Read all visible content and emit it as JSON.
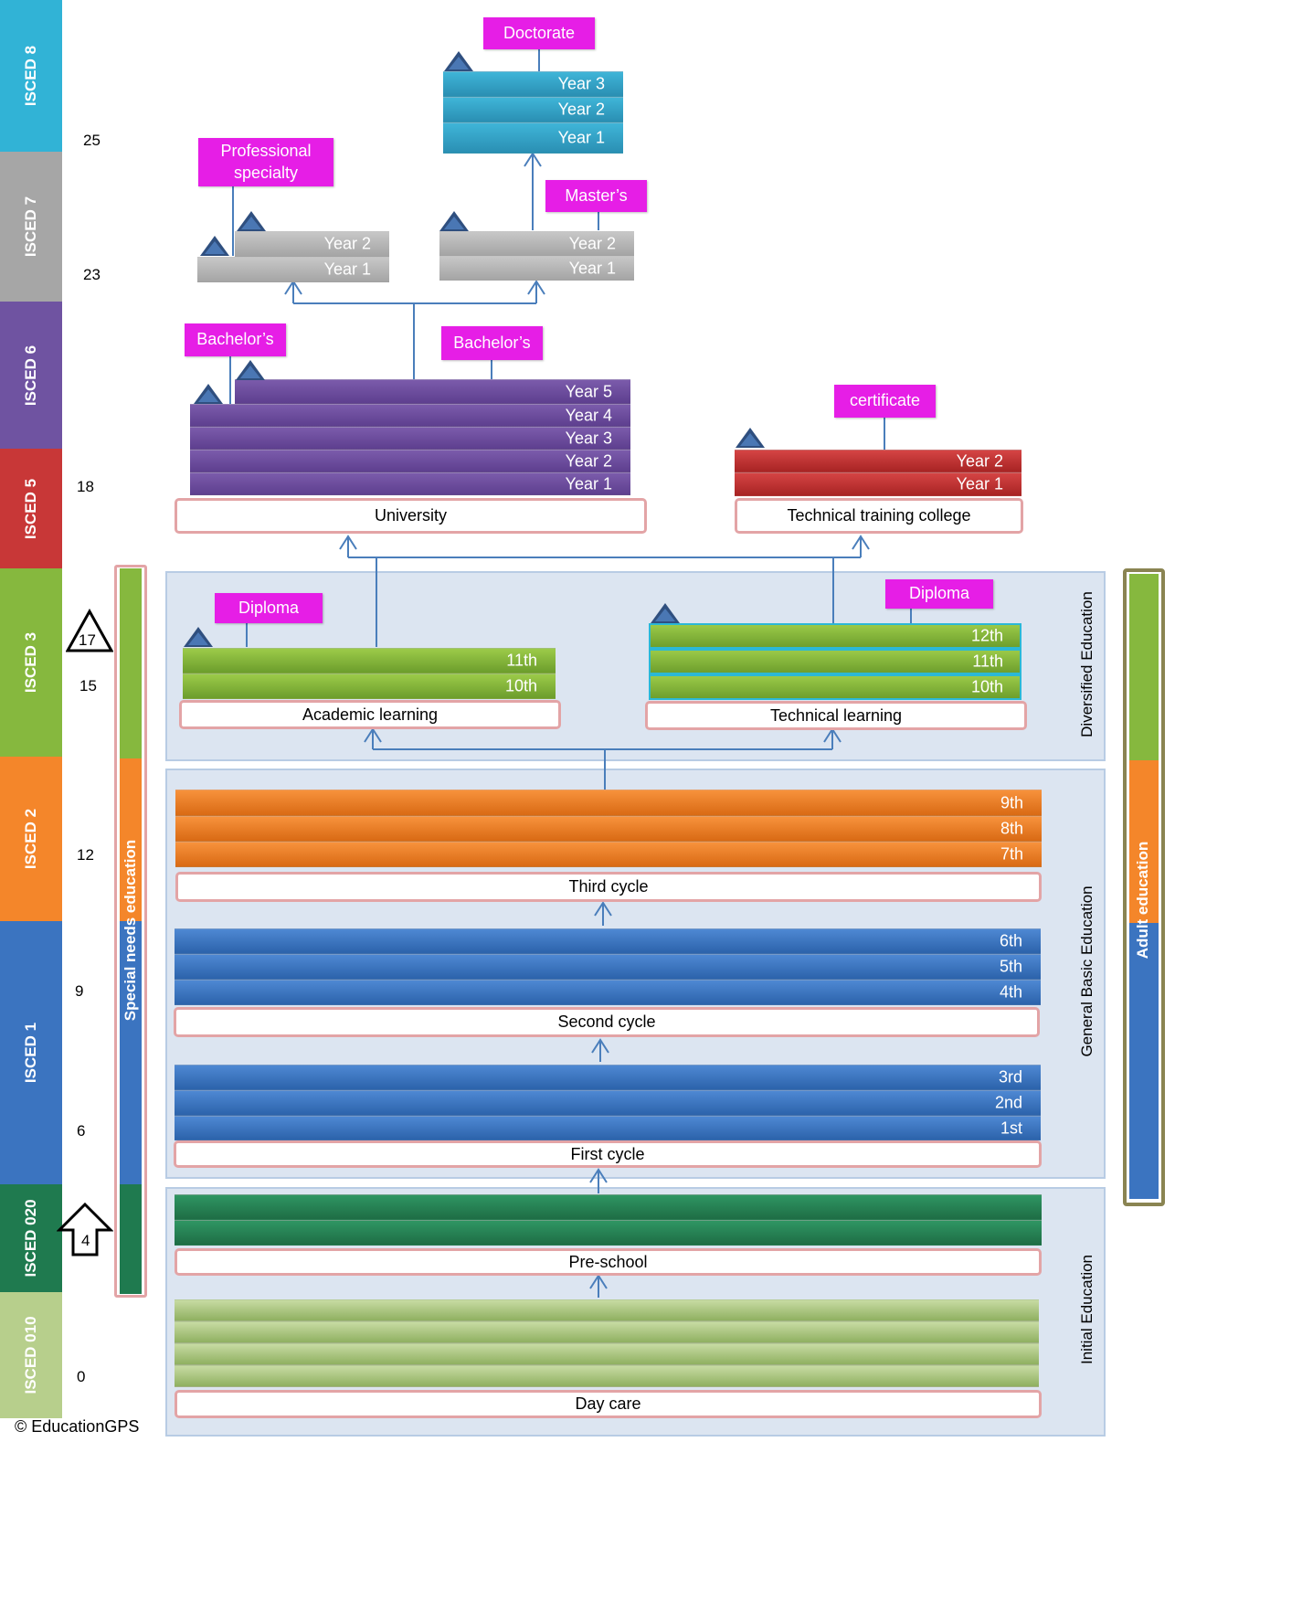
{
  "isced_levels": [
    {
      "label": "ISCED 8",
      "color": "#31b3d6"
    },
    {
      "label": "ISCED 7",
      "color": "#a6a6a6"
    },
    {
      "label": "ISCED 6",
      "color": "#6f53a1"
    },
    {
      "label": "ISCED 5",
      "color": "#c83737"
    },
    {
      "label": "ISCED 3",
      "color": "#86b83e"
    },
    {
      "label": "ISCED 2",
      "color": "#f4862a"
    },
    {
      "label": "ISCED 1",
      "color": "#3b74c0"
    },
    {
      "label": "ISCED 020",
      "color": "#1f7a4f"
    },
    {
      "label": "ISCED 010",
      "color": "#b7cf8c"
    }
  ],
  "ages": [
    "25",
    "23",
    "18",
    "17",
    "15",
    "12",
    "9",
    "6",
    "4",
    "0"
  ],
  "sections": {
    "diversified": "Diversified Education",
    "general_basic": "General Basic Education",
    "initial": "Initial Education"
  },
  "side_bars": {
    "special_needs": "Special needs education",
    "adult": "Adult education"
  },
  "tertiary": {
    "doctorate": {
      "tag": "Doctorate",
      "years": [
        "Year 3",
        "Year 2",
        "Year 1"
      ]
    },
    "masters": {
      "tag": "Master’s",
      "years": [
        "Year 2",
        "Year 1"
      ]
    },
    "professional_specialty": {
      "tag": "Professional specialty",
      "years": [
        "Year 2",
        "Year 1"
      ]
    },
    "bachelors_a": {
      "tag": "Bachelor’s"
    },
    "bachelors_b": {
      "tag": "Bachelor’s"
    },
    "university": {
      "label": "University",
      "years": [
        "Year 5",
        "Year 4",
        "Year 3",
        "Year 2",
        "Year 1"
      ]
    },
    "certificate": {
      "tag": "certificate"
    },
    "technical_college": {
      "label": "Technical training college",
      "years": [
        "Year 2",
        "Year 1"
      ]
    }
  },
  "upper_secondary": {
    "academic": {
      "label": "Academic learning",
      "tag": "Diploma",
      "grades": [
        "11th",
        "10th"
      ]
    },
    "technical": {
      "label": "Technical learning",
      "tag": "Diploma",
      "grades": [
        "12th",
        "11th",
        "10th"
      ]
    }
  },
  "basic": {
    "third_cycle": {
      "label": "Third cycle",
      "grades": [
        "9th",
        "8th",
        "7th"
      ]
    },
    "second_cycle": {
      "label": "Second cycle",
      "grades": [
        "6th",
        "5th",
        "4th"
      ]
    },
    "first_cycle": {
      "label": "First cycle",
      "grades": [
        "3rd",
        "2nd",
        "1st"
      ]
    }
  },
  "initial": {
    "preschool": {
      "label": "Pre-school"
    },
    "daycare": {
      "label": "Day care"
    }
  },
  "copyright": "© EducationGPS"
}
